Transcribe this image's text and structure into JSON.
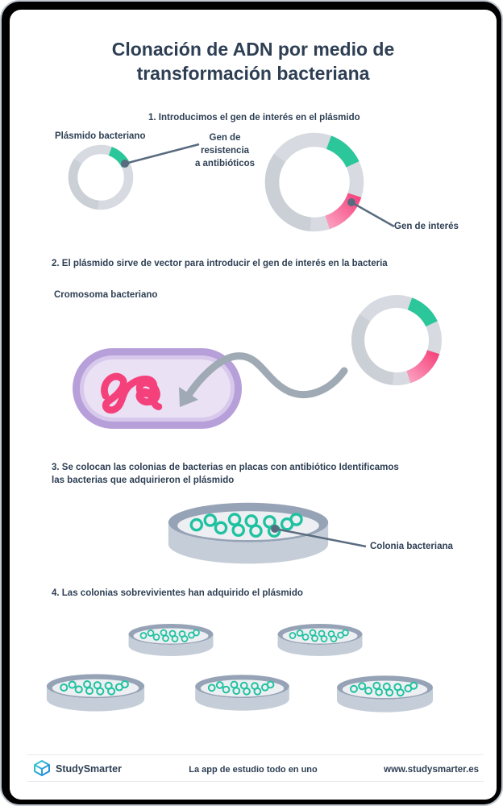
{
  "title": "Clonación de ADN por medio de\ntransformación bacteriana",
  "steps": [
    {
      "label": "1. Introducimos el gen de interés en el plásmido"
    },
    {
      "label": "2. El plásmido sirve de vector para introducir el gen de interés en la bacteria"
    },
    {
      "label": "3. Se colocan las colonias de bacterias en placas con antibiótico Identificamos\nlas bacterias que adquirieron el plásmido"
    },
    {
      "label": "4. Las colonias sobrevivientes han adquirido el plásmido"
    }
  ],
  "labels": {
    "plasmid": "Plásmido bacteriano",
    "resistance_gene": "Gen de\nresistencia\na antibióticos",
    "gene_of_interest": "Gen de interés",
    "chromosome": "Cromosoma bacteriano",
    "colony": "Colonia bacteriana"
  },
  "footer": {
    "brand": "StudySmarter",
    "tagline": "La app de estudio todo en uno",
    "website": "www.studysmarter.es"
  },
  "icons": {
    "logo": "studysmarter-box-logo",
    "plasmid_ring": "plasmid-ring",
    "petri_dish": "petri-dish",
    "arrow": "curved-arrow"
  },
  "colors": {
    "text_navy": "#2e3f54",
    "ring_gray": "#d7dbe1",
    "ring_shade": "#cbd0d7",
    "gene_teal": "#2bc79a",
    "gene_pink": "#f6477f",
    "gene_pink_light": "#fa9cbd",
    "bacteria_border_purple": "#b79fd9",
    "bacteria_fill": "#eae2f4",
    "chromosome_pink": "#f4417c",
    "arrow_gray": "#9faab4",
    "dish_rim": "#96a3b6",
    "dish_wall": "#c5ced8",
    "agar": "#edeff2",
    "colony_teal": "#1fc2a0",
    "connector": "#5a6b7f",
    "frame_black": "#000000"
  }
}
